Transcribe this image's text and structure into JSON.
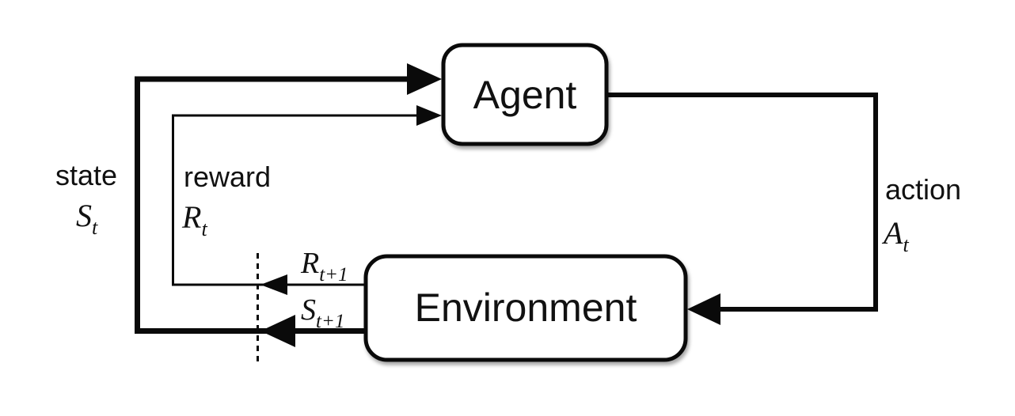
{
  "canvas": {
    "background": "#ffffff",
    "line_color": "#0a0a0a"
  },
  "nodes": {
    "agent": {
      "label": "Agent"
    },
    "environment": {
      "label": "Environment"
    }
  },
  "edge_labels": {
    "state": {
      "word": "state",
      "sym": "S",
      "sub": "t"
    },
    "reward": {
      "word": "reward",
      "sym": "R",
      "sub": "t"
    },
    "action": {
      "word": "action",
      "sym": "A",
      "sub": "t"
    },
    "next_reward": {
      "sym": "R",
      "sub": "t+1"
    },
    "next_state": {
      "sym": "S",
      "sub": "t+1"
    }
  },
  "edges": [
    {
      "from": "Agent",
      "to": "Environment",
      "label": "action At"
    },
    {
      "from": "Environment",
      "to": "Agent",
      "label": "reward Rt (Rt+1 across time-step boundary)"
    },
    {
      "from": "Environment",
      "to": "Agent",
      "label": "state St (St+1 across time-step boundary)"
    }
  ]
}
